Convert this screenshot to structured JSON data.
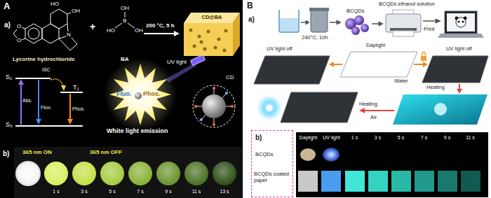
{
  "diagram": {
    "nodes": [
      {
        "text": [
          "A"
        ]
      },
      {
        "text": [
          "CD@BA"
        ],
        "in": 0
      },
      {
        "text": [
          "365 nm ON",
          "365 nm OFF",
          "1 s",
          "3 s",
          "5 s",
          "7 s",
          "9 s",
          "11 s",
          "13 s"
        ],
        "in": 0
      },
      {
        "text": [
          "b)",
          "BCQDs",
          "BCQDs coated paper"
        ]
      },
      {
        "text": [
          "Daylight",
          "UV light",
          "1 s",
          "3 s",
          "5 s",
          "7 s",
          "9 s",
          "11 s"
        ]
      }
    ],
    "labels": [
      "a)",
      "HO",
      "OH",
      "O",
      "O",
      "N",
      "Lycorine hydrochloride",
      "+",
      "OH",
      "HO",
      "B",
      "OH",
      "BA",
      "200 °C, 5 h",
      "S₁",
      "ISC",
      "T₁",
      "Abs.",
      "Fluo.",
      "Phos.",
      "S₀",
      "UV light",
      "Fluo.",
      "Phos.",
      "White light emission",
      "CD",
      "b)",
      "B",
      "a)",
      "BCQDs ethanol solution",
      "BCQDs",
      "240°C, 10h",
      "Print",
      "UV light off",
      "Daylight",
      "UV light off",
      "Water",
      "Heating",
      "Heating",
      "Air"
    ]
  }
}
